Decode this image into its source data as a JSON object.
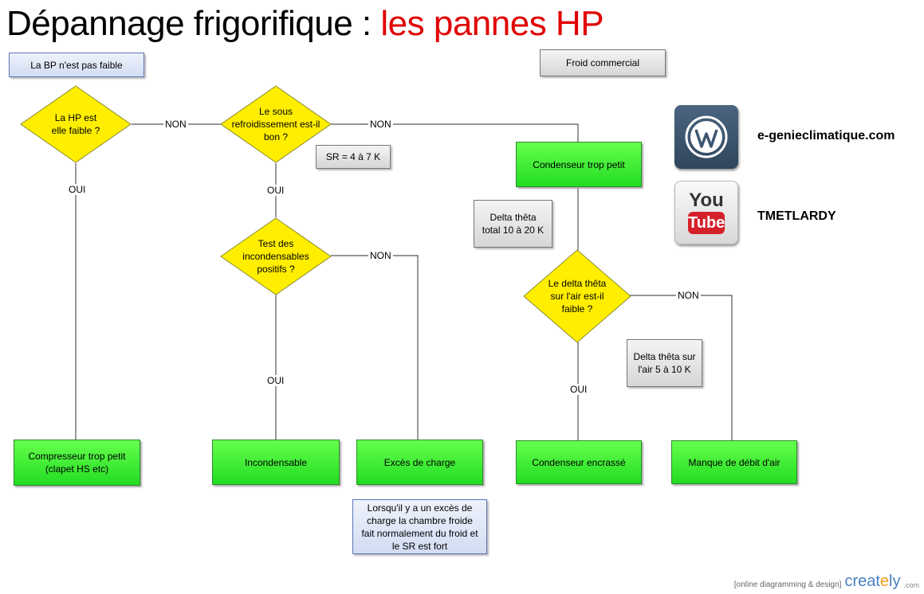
{
  "title": {
    "prefix": "Dépannage frigorifique : ",
    "highlight": "les pannes HP"
  },
  "boxes": {
    "bp_not_low": "La BP n'est pas faible",
    "froid_commercial": "Froid commercial",
    "sr_range": "SR = 4 à 7 K",
    "delta_total": "Delta thêta total 10 à 20 K",
    "delta_air": "Delta thêta sur l'air 5 à 10 K",
    "note_charge": "Lorsqu'il y a un excès de charge la chambre froide fait normalement du froid et le SR est fort"
  },
  "diamonds": {
    "hp_low": "La HP est elle faible ?",
    "subcool_ok": "Le sous refroidissement est-il bon ?",
    "noncond": "Test des incondensables positifs ?",
    "delta_air_low": "Le delta thêta sur l'air est-il faible ?"
  },
  "results": {
    "compressor": "Compresseur trop petit (clapet HS etc)",
    "incondensable": "Incondensable",
    "excess_charge": "Excès de charge",
    "condenser_small": "Condenseur trop petit",
    "condenser_dirty": "Condenseur encrassé",
    "airflow": "Manque de débit d'air"
  },
  "labels": {
    "yes": "OUI",
    "no": "NON"
  },
  "social": {
    "wordpress_site": "e-genieclimatique.com",
    "youtube_channel": "TMETLARDY",
    "youtube_logo_top": "You",
    "youtube_logo_bottom": "Tube"
  },
  "footer": {
    "tagline": "[online diagramming & design]",
    "brand_main": "creat",
    "brand_y": "e",
    "brand_end": "ly",
    "brand_com": ".com"
  },
  "colors": {
    "accent_red": "#e00000",
    "diamond_yellow": "#ffee00",
    "result_green": "#33ee33",
    "wordpress_bg": "#3d5670"
  }
}
